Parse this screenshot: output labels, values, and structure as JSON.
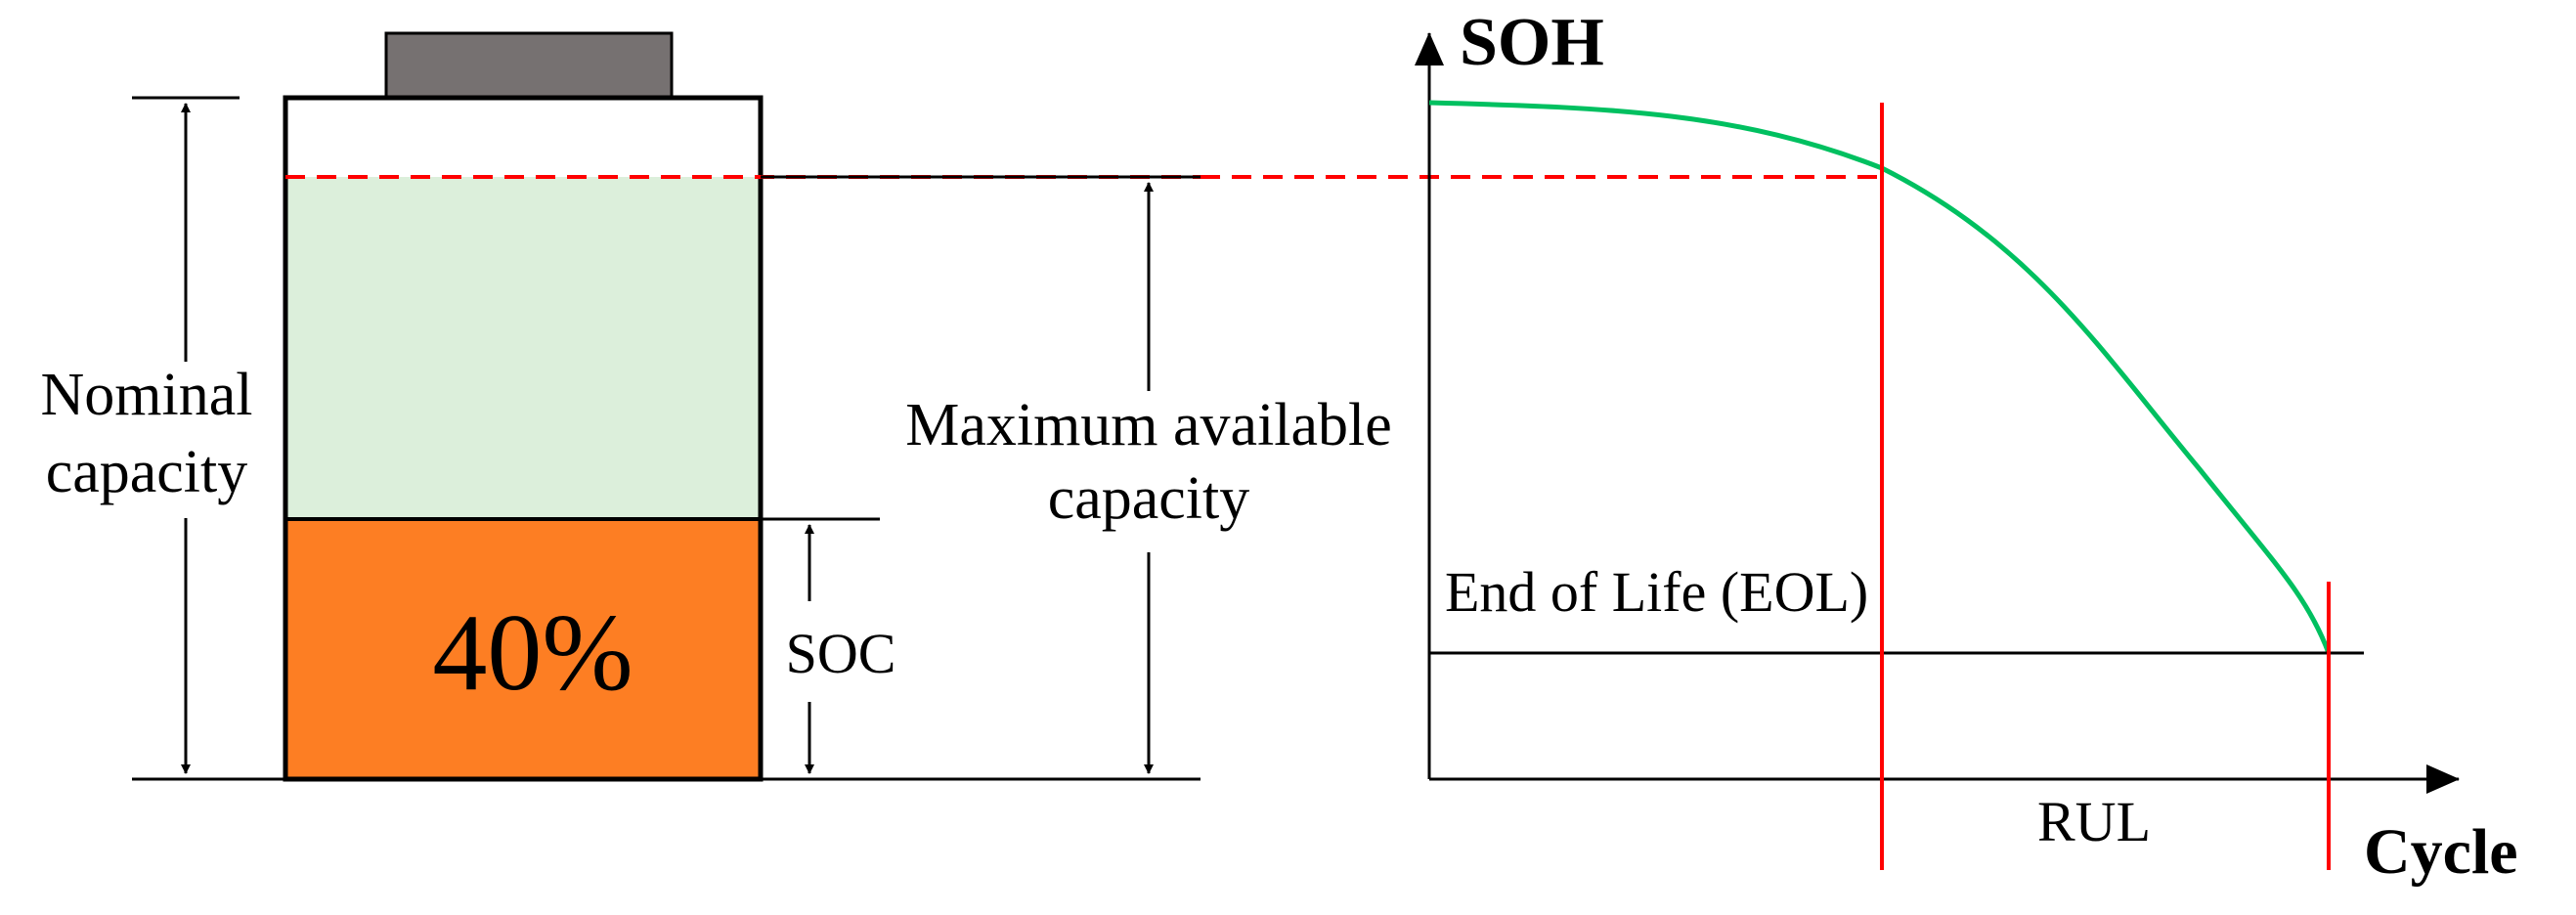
{
  "labels": {
    "nominal_line1": "Nominal",
    "nominal_line2": "capacity",
    "max_line1": "Maximum available",
    "max_line2": "capacity",
    "soc": "SOC",
    "percent": "40%",
    "soh_axis": "SOH",
    "cycle_axis": "Cycle",
    "eol": "End of Life (EOL)",
    "rul": "RUL"
  },
  "colors": {
    "available_fill": "#dcefdb",
    "charge_fill": "#fd7e23",
    "terminal": "#767171",
    "curve": "#00c060",
    "marker": "#ff0000",
    "dashed": "#ff0000",
    "outline": "#000000"
  }
}
